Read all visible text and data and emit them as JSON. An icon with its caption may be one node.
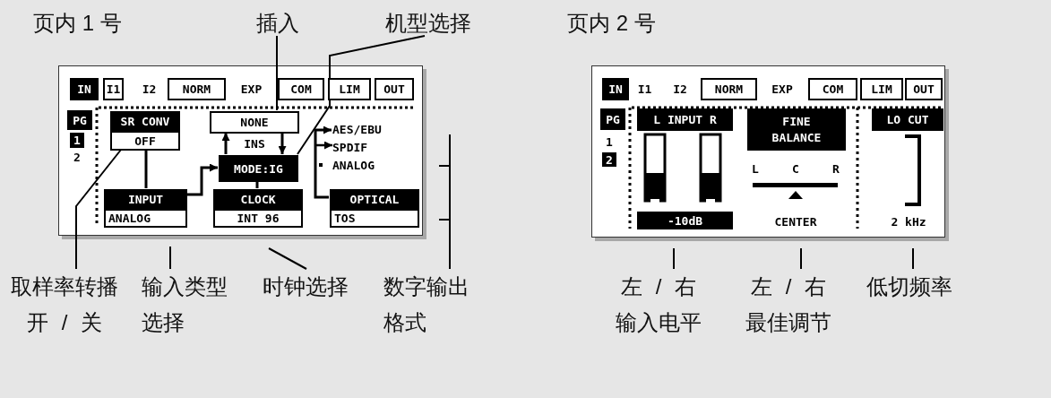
{
  "diagram": {
    "nodes": [
      {
        "text": [
          "插入"
        ]
      },
      {
        "text": [
          "机型选择"
        ]
      },
      {
        "text": [],
        "shape": "box"
      },
      {
        "text": [
          "SR CONV",
          "OFF"
        ],
        "in": 2
      },
      {
        "text": [
          "NONE"
        ],
        "in": 2
      },
      {
        "text": [
          "MODE:IG"
        ],
        "in": 2
      },
      {
        "text": [
          "AES/EBU",
          "SPDIF",
          "ANALOG"
        ],
        "in": 2
      },
      {
        "text": [
          "INPUT",
          "ANALOG"
        ],
        "in": 2
      },
      {
        "text": [
          "CLOCK",
          "INT 96"
        ],
        "in": 2
      },
      {
        "text": [
          "OPTICAL",
          "TOS"
        ],
        "in": 2
      },
      {
        "text": [],
        "shape": "box"
      },
      {
        "text": [
          "L INPUT R"
        ],
        "in": 10
      },
      {
        "text": [
          "-10dB"
        ],
        "in": 10
      },
      {
        "text": [
          "FINE BALANCE"
        ],
        "in": 10
      },
      {
        "text": [
          "LO CUT"
        ],
        "in": 10
      },
      {
        "text": [
          "取样率转播开 / 关"
        ]
      },
      {
        "text": [
          "输入类型选择"
        ]
      },
      {
        "text": [
          "时钟选择"
        ]
      },
      {
        "text": [
          "数字输出格式"
        ]
      },
      {
        "text": [
          "左 / 右输入电平"
        ]
      },
      {
        "text": [
          "左 / 右最佳调节"
        ]
      },
      {
        "text": [
          "低切频率"
        ]
      }
    ],
    "edges": [
      {
        "from": 0,
        "to": 4,
        "arrow": "none"
      },
      {
        "from": 1,
        "to": 5,
        "arrow": "none"
      },
      {
        "from": 3,
        "to": 7,
        "arrow": "none"
      },
      {
        "from": 5,
        "to": 4,
        "arrow": "to"
      },
      {
        "from": 4,
        "to": 5,
        "arrow": "to"
      },
      {
        "from": 7,
        "to": 5,
        "arrow": "to"
      },
      {
        "from": 5,
        "to": 8,
        "arrow": "none"
      },
      {
        "from": 9,
        "to": 6,
        "arrow": "to"
      },
      {
        "from": 15,
        "to": 3,
        "arrow": "none"
      },
      {
        "from": 16,
        "to": 2,
        "arrow": "none"
      },
      {
        "from": 17,
        "to": 2,
        "arrow": "none"
      },
      {
        "from": 18,
        "to": null,
        "arrow": "none"
      },
      {
        "from": 19,
        "to": 10,
        "arrow": "none"
      },
      {
        "from": 20,
        "to": 10,
        "arrow": "none"
      },
      {
        "from": 21,
        "to": 10,
        "arrow": "none"
      }
    ],
    "labels": [
      "页内 1 号",
      "页内 2 号",
      "IN",
      "I1",
      "I2",
      "NORM",
      "EXP",
      "COM",
      "LIM",
      "OUT",
      "PG",
      "1",
      "2",
      "INS",
      "IN",
      "I1",
      "I2",
      "NORM",
      "EXP",
      "COM",
      "LIM",
      "OUT",
      "PG",
      "1",
      "2",
      "L",
      "C",
      "R",
      "CENTER",
      "2 kHz"
    ]
  }
}
